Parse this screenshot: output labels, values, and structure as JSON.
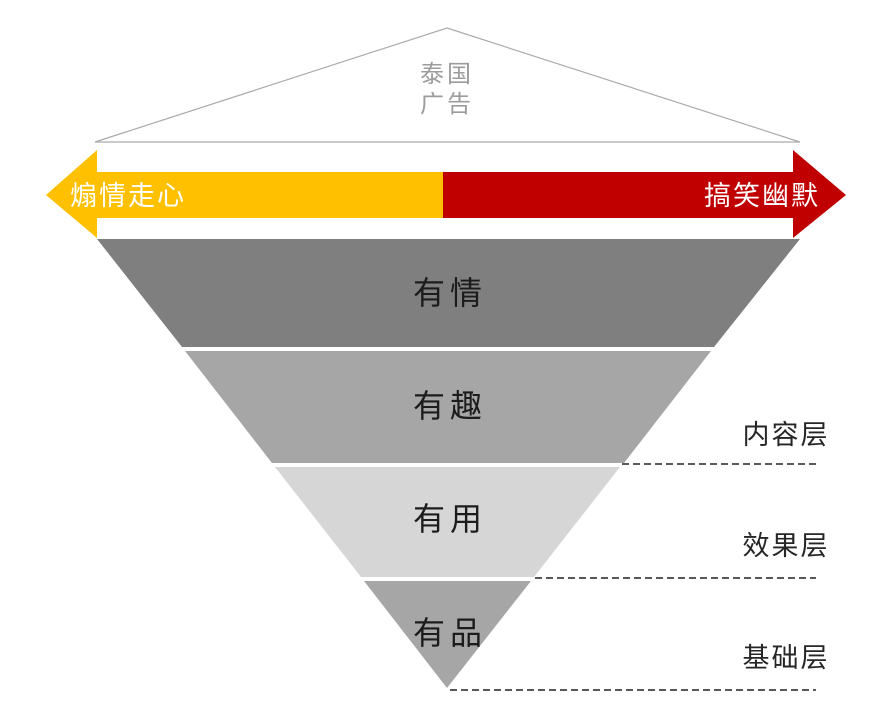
{
  "roof": {
    "title_line1": "泰国",
    "title_line2": "广告"
  },
  "arrow": {
    "left_label": "煽情走心",
    "right_label": "搞笑幽默",
    "left_color": "#FFC000",
    "right_color": "#C00000",
    "label_color": "#FFFFFF"
  },
  "funnel": {
    "layers": [
      {
        "label": "有情",
        "color": "#7F7F7F"
      },
      {
        "label": "有趣",
        "color": "#A6A6A6"
      },
      {
        "label": "有用",
        "color": "#D6D6D6"
      },
      {
        "label": "有品",
        "color": "#A6A6A6"
      }
    ],
    "separator_color": "#FFFFFF"
  },
  "side_labels": [
    {
      "label": "内容层"
    },
    {
      "label": "效果层"
    },
    {
      "label": "基础层"
    }
  ],
  "dashed_line_color": "#595959"
}
